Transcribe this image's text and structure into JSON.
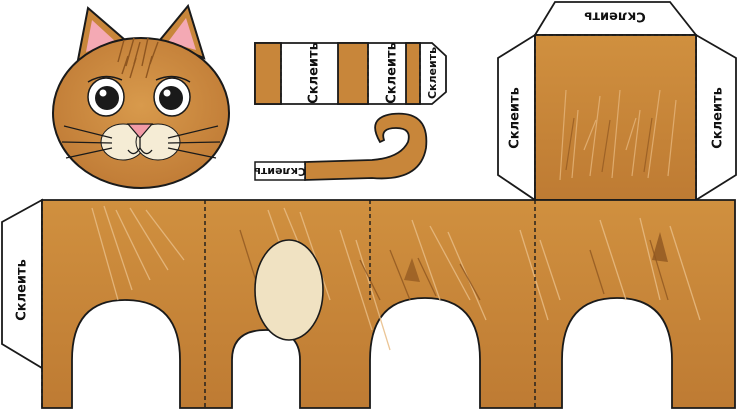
{
  "labels": {
    "glue_top_flap": "Склеить",
    "glue_left_flap_head": "Склеить",
    "glue_right_flap_head": "Склеить",
    "glue_body_left_flap": "Склеить",
    "glue_strip_1": "Склеить",
    "glue_strip_2": "Склеить",
    "glue_tail_flap": "Склеить"
  },
  "colors": {
    "fur": "#C8863A",
    "fur_light": "#E2B074",
    "fur_dark": "#8F5620",
    "belly_patch": "#F0E2C2",
    "nose": "#F29AA6",
    "ear_inner": "#F4A9B4",
    "outline": "#1a1a1a",
    "flap": "#ffffff"
  }
}
